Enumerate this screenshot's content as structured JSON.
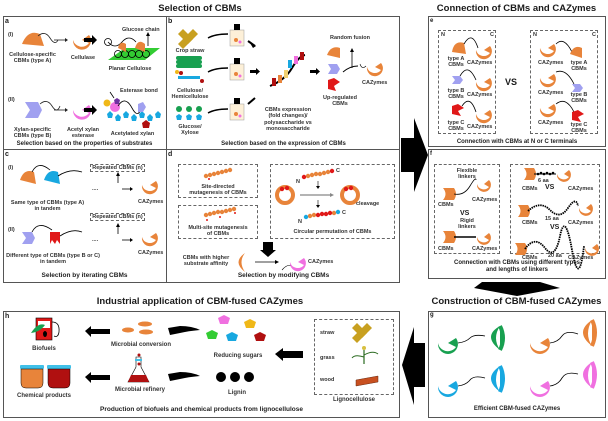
{
  "sections": {
    "selection": {
      "title": "Selection of CBMs"
    },
    "connection": {
      "title": "Connection of CBMs and CAZymes"
    },
    "construction": {
      "title": "Construction of CBM-fused CAZymes"
    },
    "industrial": {
      "title": "Industrial application of CBM-fused CAZymes"
    }
  },
  "panels": {
    "a": {
      "label": "a",
      "row1_label": "(I)",
      "row2_label": "(II)",
      "cbm_a": "Cellulose-specific\nCBMs (type A)",
      "cellulase": "Cellulase",
      "glucose_chain": "Glucose chain",
      "planar_cellulose": "Planar Cellulose",
      "cbm_b": "Xylan-specific\nCBMs (type B)",
      "acetyl_xylan_esterase": "Acetyl xylan\nesterase",
      "esterase_bond": "Esterase bond",
      "acetylated_xylan": "Acetylated xylan",
      "caption": "Selection based on the properties of substrates"
    },
    "b": {
      "label": "b",
      "crop_straw": "Crop straw",
      "cellulose_hemicellulose": "Cellulose/\nHemicellulose",
      "glucose_xylose": "Glucose/\nXylose",
      "cbm_expression": "CBMs expression\n(fold changes)/\npolysaccharide vs\nmonosaccharide",
      "random_fusion": "Random fusion",
      "upregulated": "Up-regulated\nCBMs",
      "cazymes": "CAZymes",
      "caption": "Selection based on the expression of CBMs"
    },
    "c": {
      "label": "c",
      "row1_label": "(I)",
      "row2_label": "(II)",
      "repeated1": "Repeated CBMs (n)",
      "repeated2": "Repeated CBMs (n)",
      "same_type": "Same type of CBMs (type A)\nin tandem",
      "different_type": "Different type of CBMs (type B or C)\nin tandem",
      "cazymes1": "CAZymes",
      "cazymes2": "CAZymes",
      "dots": "....",
      "caption": "Selection by iterating CBMs"
    },
    "d": {
      "label": "d",
      "site_directed": "Site-directed\nmutagenesis of CBMs",
      "multi_site": "Multi-site mutagenesis\nof CBMs",
      "n1": "N",
      "c1": "C",
      "n2": "N",
      "c2": "C",
      "cleavage": "cleavage",
      "circular": "Circular permutation of CBMs",
      "higher_affinity": "CBMs with higher\nsubstrate affinity",
      "cazymes": "CAZymes",
      "caption": "Selection by modifying CBMs"
    },
    "e": {
      "label": "e",
      "n_left": "N",
      "c_left": "C",
      "n_right": "N",
      "c_right": "C",
      "vs": "VS",
      "type_a": "type A\nCBMs",
      "type_b": "type B\nCBMs",
      "type_c": "type C\nCBMs",
      "cazymes": "CAZymes",
      "caption": "Connection with CBMs at N or C terminals"
    },
    "f": {
      "label": "f",
      "flexible": "Flexible\nlinkers",
      "rigid": "Rigid\nlinkers",
      "cbms": "CBMs",
      "cazymes": "CAZymes",
      "vs": "VS",
      "aa6": "6 aa",
      "aa15": "15 aa",
      "aa20": "20 aa",
      "caption": "Connection with CBMs using different types\nand lengths of linkers"
    },
    "g": {
      "label": "g",
      "caption": "Efficient CBM-fused CAZymes"
    },
    "h": {
      "label": "h",
      "biofuels": "Biofuels",
      "chemical_products": "Chemical products",
      "microbial_conversion": "Microbial conversion",
      "microbial_refinery": "Microbial refinery",
      "reducing_sugars": "Reducing sugars",
      "lignin": "Lignin",
      "straw": "straw",
      "grass": "grass",
      "wood": "wood",
      "lignocellulose": "Lignocellulose",
      "caption": "Production of biofuels and chemical products from lignocellulose"
    }
  },
  "colors": {
    "orange": "#e8843a",
    "blue": "#18a8e0",
    "red": "#e01818",
    "lavender": "#a0a0f0",
    "magenta": "#f070e0",
    "green": "#18a050",
    "darkred": "#b01010",
    "gold": "#c8a020",
    "purple": "#7030a0",
    "yellow": "#f0b818"
  }
}
